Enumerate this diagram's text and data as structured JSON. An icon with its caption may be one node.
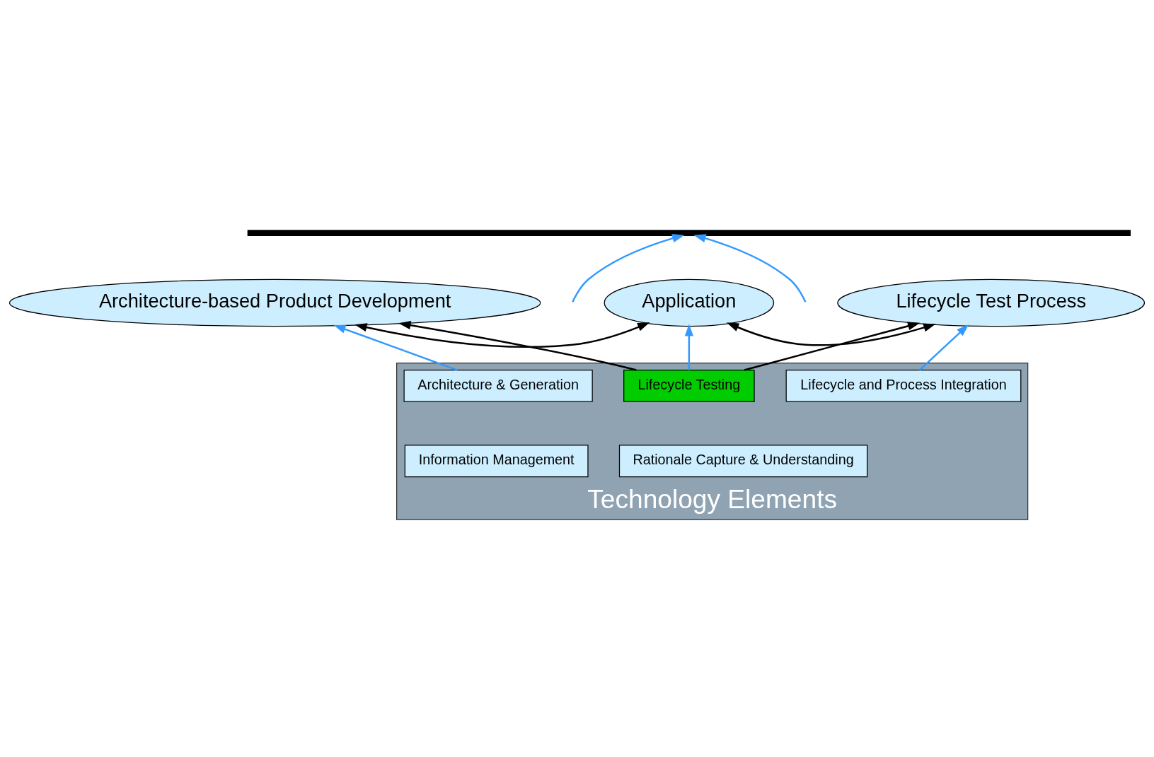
{
  "diagram": {
    "nodes": [
      {
        "text": [],
        "shape": "bar"
      },
      {
        "text": [
          "Architecture-based Product Development"
        ]
      },
      {
        "text": [
          "Application"
        ]
      },
      {
        "text": [
          "Lifecycle Test Process"
        ]
      },
      {
        "text": [
          "Technology Elements"
        ]
      },
      {
        "text": [
          "Architecture & Generation"
        ],
        "in": 4
      },
      {
        "text": [
          "Lifecycle Testing"
        ],
        "in": 4
      },
      {
        "text": [
          "Lifecycle and Process Integration"
        ],
        "in": 4
      },
      {
        "text": [
          "Information Management"
        ],
        "in": 4
      },
      {
        "text": [
          "Rationale Capture & Understanding"
        ],
        "in": 4
      }
    ],
    "edges": [
      {
        "from": null,
        "to": 0,
        "arrow": "to",
        "color": "#3399ff"
      },
      {
        "from": null,
        "to": 0,
        "arrow": "to",
        "color": "#3399ff"
      },
      {
        "from": 1,
        "to": 2,
        "arrow": "both",
        "color": "#000000"
      },
      {
        "from": 2,
        "to": 3,
        "arrow": "both",
        "color": "#000000"
      },
      {
        "from": 5,
        "to": 1,
        "arrow": "to",
        "color": "#3399ff"
      },
      {
        "from": 6,
        "to": 2,
        "arrow": "to",
        "color": "#3399ff"
      },
      {
        "from": 7,
        "to": 3,
        "arrow": "to",
        "color": "#3399ff"
      },
      {
        "from": 6,
        "to": 1,
        "arrow": "to",
        "color": "#000000"
      },
      {
        "from": 6,
        "to": 3,
        "arrow": "to",
        "color": "#000000"
      }
    ]
  }
}
